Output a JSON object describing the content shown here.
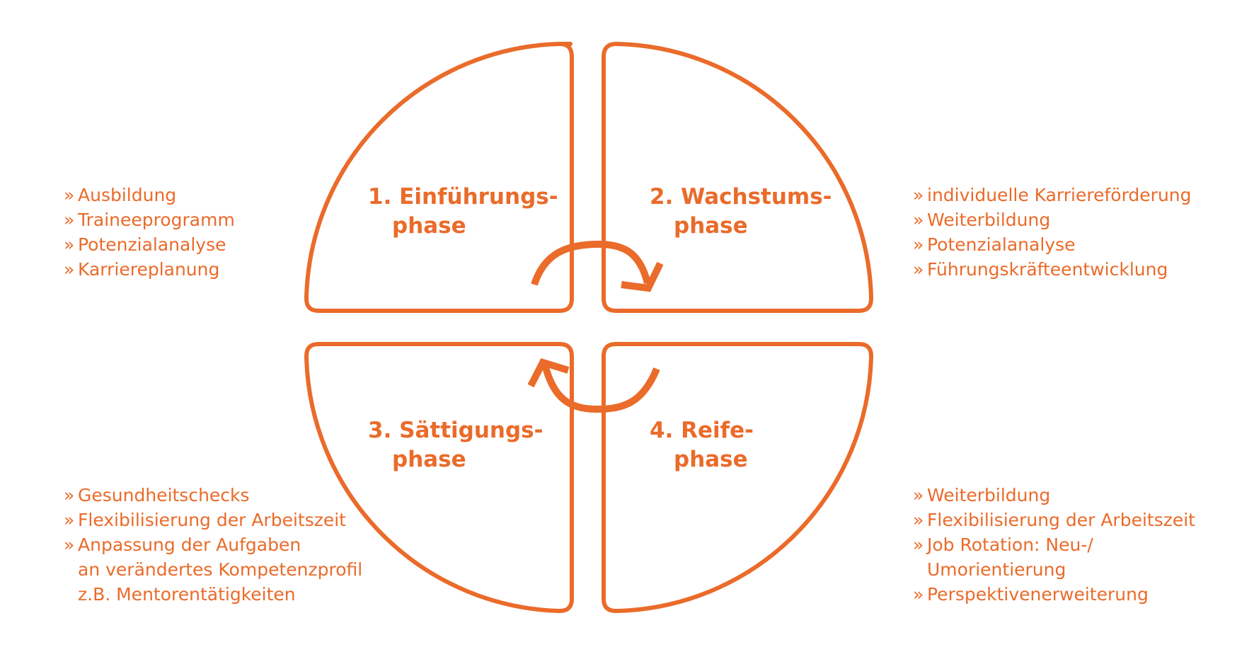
{
  "colors": {
    "accent": "#ea6b2a",
    "background": "#ffffff"
  },
  "phases": [
    {
      "id": "einfuehrung",
      "title_line1": "1. Einführungs-",
      "title_line2": "phase",
      "measures": [
        "Ausbildung",
        "Traineeprogramm",
        "Potenzialanalyse",
        "Karriereplanung"
      ]
    },
    {
      "id": "wachstum",
      "title_line1": "2. Wachstums-",
      "title_line2": "phase",
      "measures": [
        "individuelle Karriereförderung",
        "Weiterbildung",
        "Potenzialanalyse",
        "Führungskräfteentwicklung"
      ]
    },
    {
      "id": "saettigung",
      "title_line1": "3. Sättigungs-",
      "title_line2": "phase",
      "measures": [
        "Gesundheitschecks",
        "Flexibilisierung der Arbeitszeit",
        "Anpassung der Aufgaben",
        "an verändertes Kompetenzprofil",
        "z.B. Mentorentätigkeiten"
      ]
    },
    {
      "id": "reife",
      "title_line1": "4. Reife-",
      "title_line2": "phase",
      "measures": [
        "Weiterbildung",
        "Flexibilisierung der Arbeitszeit",
        "Job Rotation: Neu-/",
        "Umorientierung",
        "Perspektivenerweiterung"
      ]
    }
  ]
}
